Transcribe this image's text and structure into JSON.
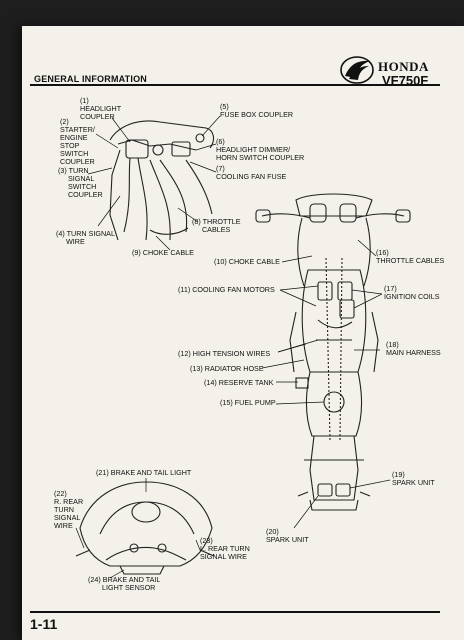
{
  "header": {
    "section_title": "GENERAL INFORMATION",
    "brand": "HONDA",
    "model": "VF750F"
  },
  "page_number": "1-11",
  "callouts": {
    "c1": "(1)\nHEADLIGHT\nCOUPLER",
    "c2": "(2)\nSTARTER/\nENGINE\nSTOP\nSWITCH\nCOUPLER",
    "c3": "(3) TURN\n     SIGNAL\n     SWITCH\n     COUPLER",
    "c4": "(4) TURN SIGNAL\n     WIRE",
    "c5": "(5)\nFUSE BOX COUPLER",
    "c6": "(6)\nHEADLIGHT DIMMER/\nHORN SWITCH COUPLER",
    "c7": "(7)\nCOOLING FAN FUSE",
    "c8": "(8) THROTTLE\n     CABLES",
    "c9": "(9) CHOKE CABLE",
    "c10": "(10) CHOKE CABLE",
    "c11": "(11) COOLING FAN MOTORS",
    "c12": "(12) HIGH TENSION WIRES",
    "c13": "(13) RADIATOR HOSE",
    "c14": "(14) RESERVE TANK",
    "c15": "(15) FUEL PUMP",
    "c16": "(16)\nTHROTTLE CABLES",
    "c17": "(17)\nIGNITION COILS",
    "c18": "(18)\nMAIN HARNESS",
    "c19": "(19)\nSPARK UNIT",
    "c20": "(20)\nSPARK UNIT",
    "c21": "(21) BRAKE AND TAIL LIGHT",
    "c22": "(22)\nR. REAR\nTURN\nSIGNAL\nWIRE",
    "c23": "(23)\nL. REAR TURN\nSIGNAL WIRE",
    "c24": "(24) BRAKE AND TAIL\n       LIGHT SENSOR"
  },
  "icons": {
    "brand_logo": "honda-wing-icon"
  },
  "colors": {
    "paper": "#f3f1ea",
    "ink": "#111111",
    "background": "#1e1e1e"
  }
}
